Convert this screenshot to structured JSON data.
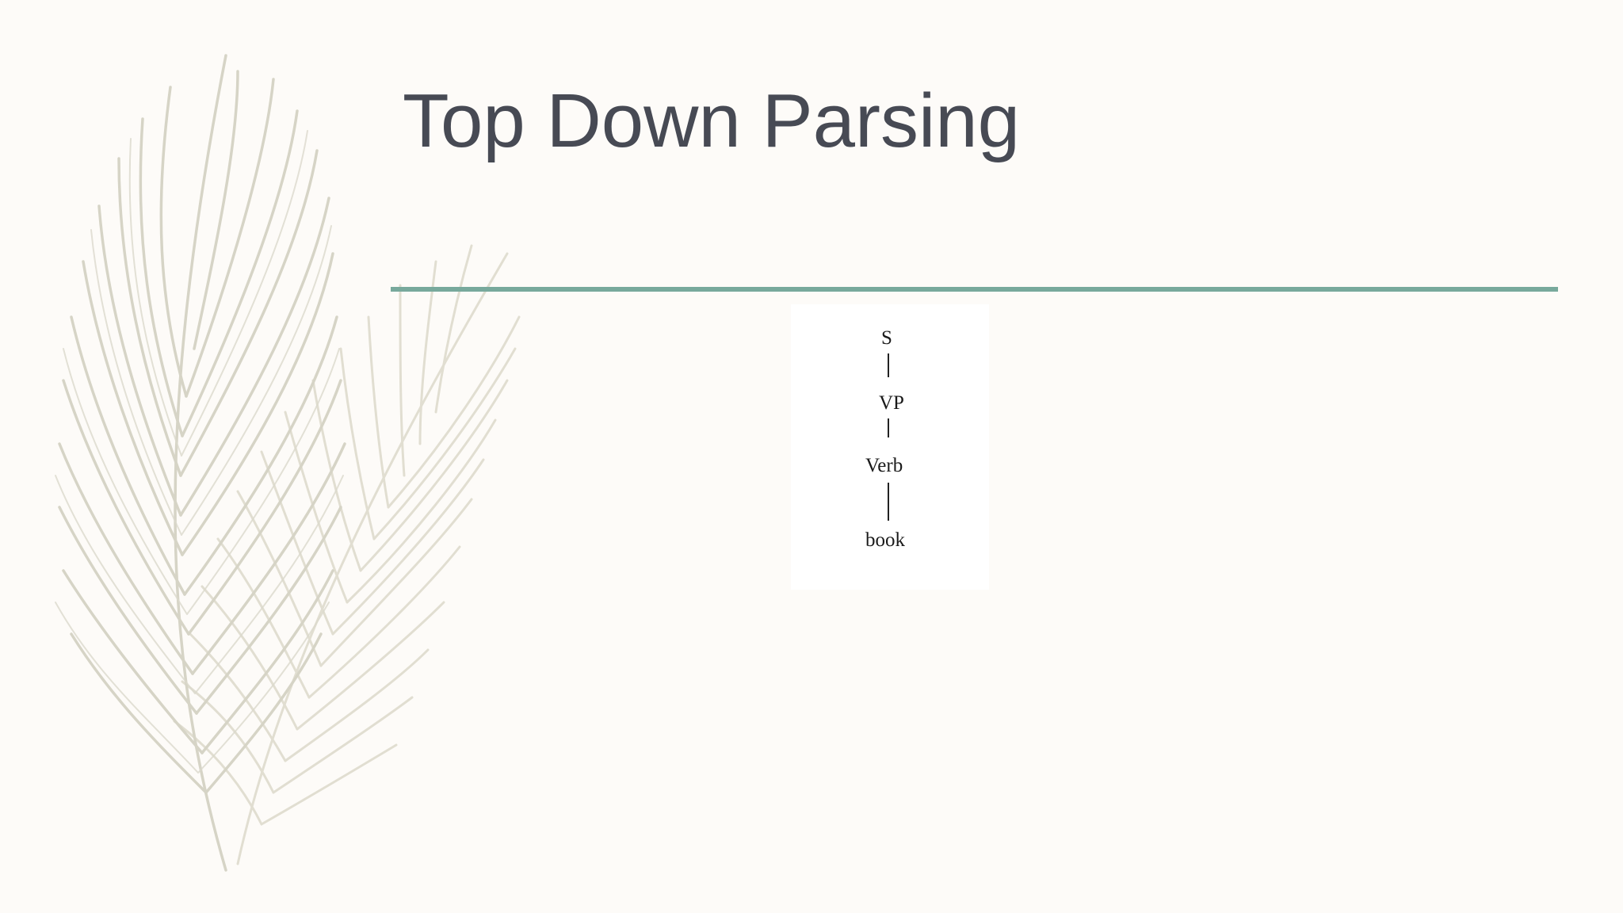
{
  "slide": {
    "title": "Top Down Parsing",
    "accent_color": "#78a99c",
    "title_color": "#474a54"
  },
  "parse_tree": {
    "nodes": [
      {
        "id": "s",
        "label": "S"
      },
      {
        "id": "vp",
        "label": "VP"
      },
      {
        "id": "verb",
        "label": "Verb"
      },
      {
        "id": "book",
        "label": "book"
      }
    ],
    "edges": [
      {
        "from": "S",
        "to": "VP"
      },
      {
        "from": "VP",
        "to": "Verb"
      },
      {
        "from": "Verb",
        "to": "book"
      }
    ]
  },
  "decoration": {
    "icon": "feather-illustration-icon"
  }
}
